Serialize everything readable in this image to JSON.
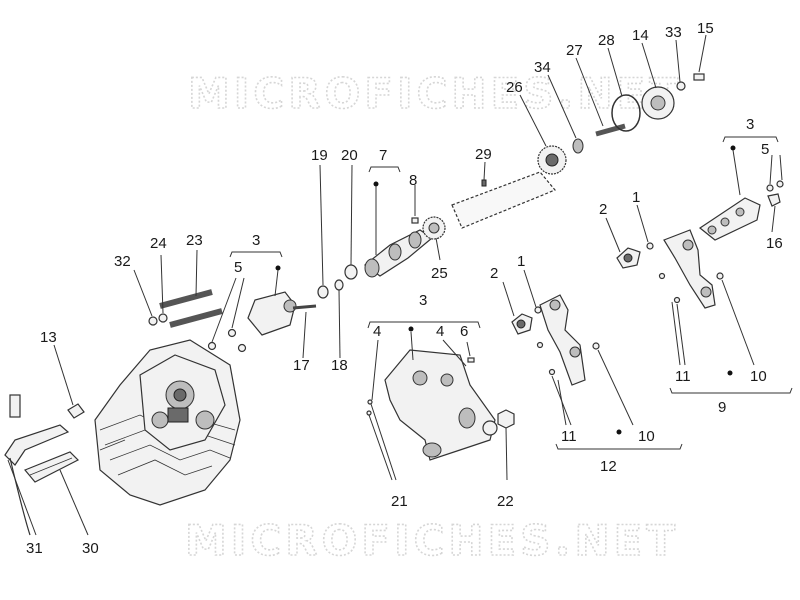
{
  "watermark": {
    "text": "MICROFICHES.NET"
  },
  "callouts": [
    {
      "id": "c13",
      "text": "13"
    },
    {
      "id": "c31",
      "text": "31"
    },
    {
      "id": "c30",
      "text": "30"
    },
    {
      "id": "c32",
      "text": "32"
    },
    {
      "id": "c24",
      "text": "24"
    },
    {
      "id": "c23",
      "text": "23"
    },
    {
      "id": "c3a",
      "text": "3"
    },
    {
      "id": "c5a",
      "text": "5"
    },
    {
      "id": "c17",
      "text": "17"
    },
    {
      "id": "c19",
      "text": "19"
    },
    {
      "id": "c20",
      "text": "20"
    },
    {
      "id": "c18",
      "text": "18"
    },
    {
      "id": "c7",
      "text": "7"
    },
    {
      "id": "c8",
      "text": "8"
    },
    {
      "id": "c25",
      "text": "25"
    },
    {
      "id": "c29",
      "text": "29"
    },
    {
      "id": "c26",
      "text": "26"
    },
    {
      "id": "c34",
      "text": "34"
    },
    {
      "id": "c27",
      "text": "27"
    },
    {
      "id": "c28",
      "text": "28"
    },
    {
      "id": "c14",
      "text": "14"
    },
    {
      "id": "c33",
      "text": "33"
    },
    {
      "id": "c15",
      "text": "15"
    },
    {
      "id": "c3b",
      "text": "3"
    },
    {
      "id": "c4a",
      "text": "4"
    },
    {
      "id": "c4b",
      "text": "4"
    },
    {
      "id": "c6",
      "text": "6"
    },
    {
      "id": "c21",
      "text": "21"
    },
    {
      "id": "c22",
      "text": "22"
    },
    {
      "id": "c2a",
      "text": "2"
    },
    {
      "id": "c1a",
      "text": "1"
    },
    {
      "id": "c11a",
      "text": "11"
    },
    {
      "id": "c10a",
      "text": "10"
    },
    {
      "id": "c12",
      "text": "12"
    },
    {
      "id": "c2b",
      "text": "2"
    },
    {
      "id": "c1b",
      "text": "1"
    },
    {
      "id": "c3c",
      "text": "3"
    },
    {
      "id": "c5b",
      "text": "5"
    },
    {
      "id": "c16",
      "text": "16"
    },
    {
      "id": "c11b",
      "text": "11"
    },
    {
      "id": "c10b",
      "text": "10"
    },
    {
      "id": "c9",
      "text": "9"
    }
  ]
}
